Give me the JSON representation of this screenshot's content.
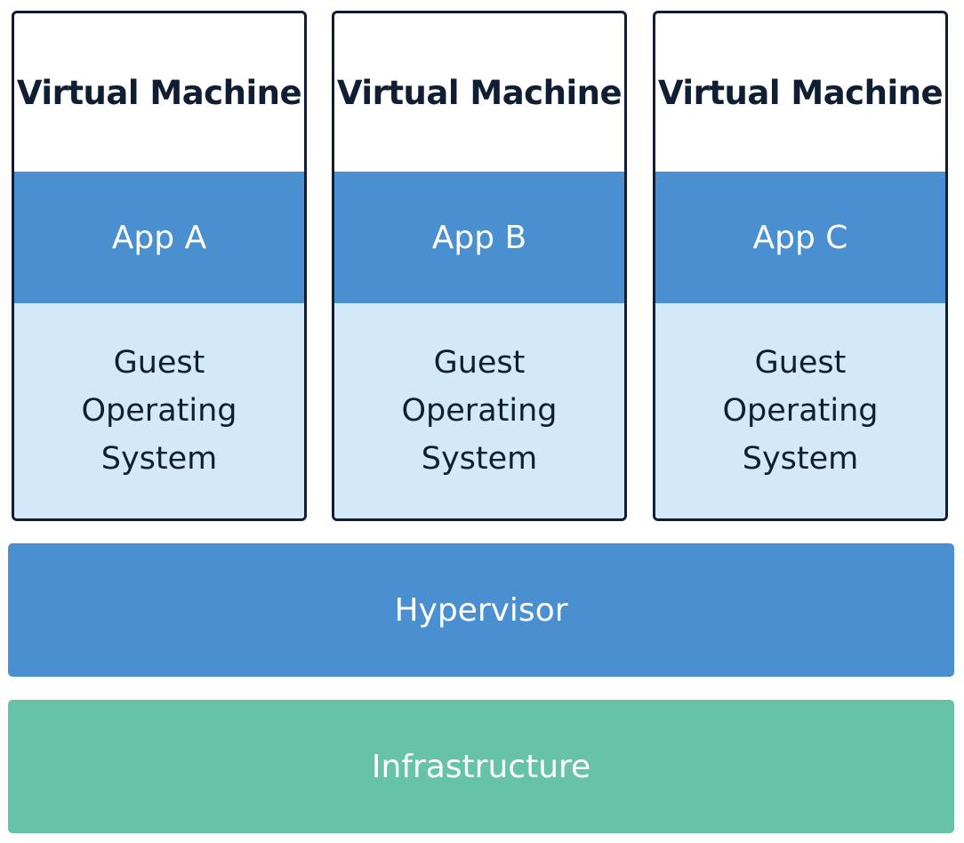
{
  "colors": {
    "border": "#0f1e33",
    "app_blue": "#4a90d0",
    "os_light_blue": "#d3e8f8",
    "hypervisor_blue": "#4a90d0",
    "infrastructure_green": "#66c3a8",
    "text_dark": "#0f1e33",
    "text_light": "#ffffff"
  },
  "vms": [
    {
      "title": "Virtual Machine",
      "app": "App A",
      "os": "Guest\nOperating\nSystem"
    },
    {
      "title": "Virtual Machine",
      "app": "App B",
      "os": "Guest\nOperating\nSystem"
    },
    {
      "title": "Virtual Machine",
      "app": "App C",
      "os": "Guest\nOperating\nSystem"
    }
  ],
  "hypervisor": {
    "label": "Hypervisor"
  },
  "infrastructure": {
    "label": "Infrastructure"
  }
}
